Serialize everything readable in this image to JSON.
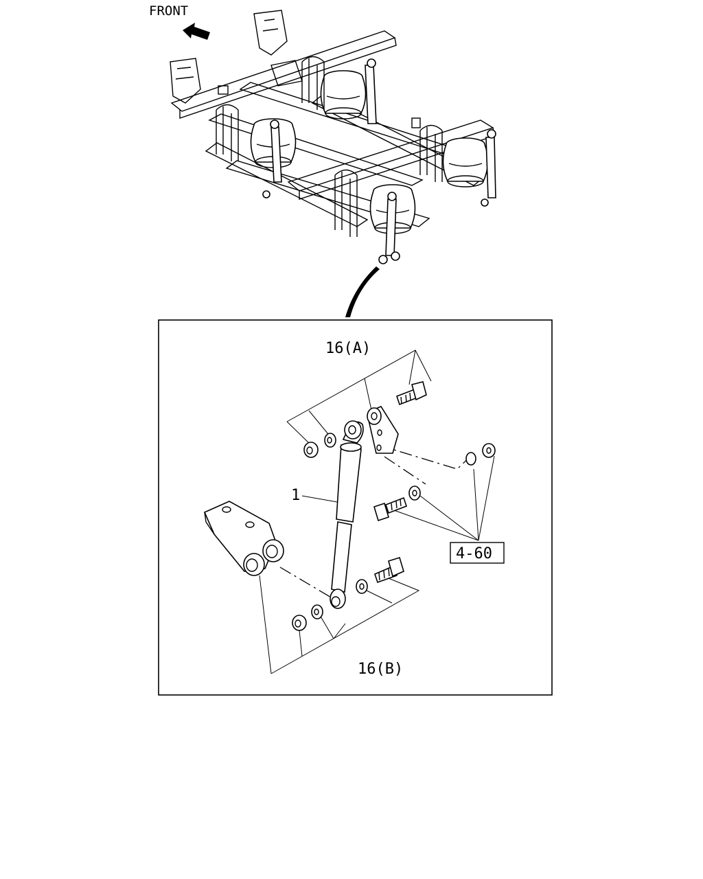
{
  "overview": {
    "front_label": "FRONT"
  },
  "detail": {
    "callouts": {
      "upper_kit": "16(A)",
      "shock_absorber": "1",
      "ref_box": "4-60",
      "lower_kit": "16(B)"
    }
  },
  "icons": {
    "front_arrow": "arrow-left-icon"
  }
}
